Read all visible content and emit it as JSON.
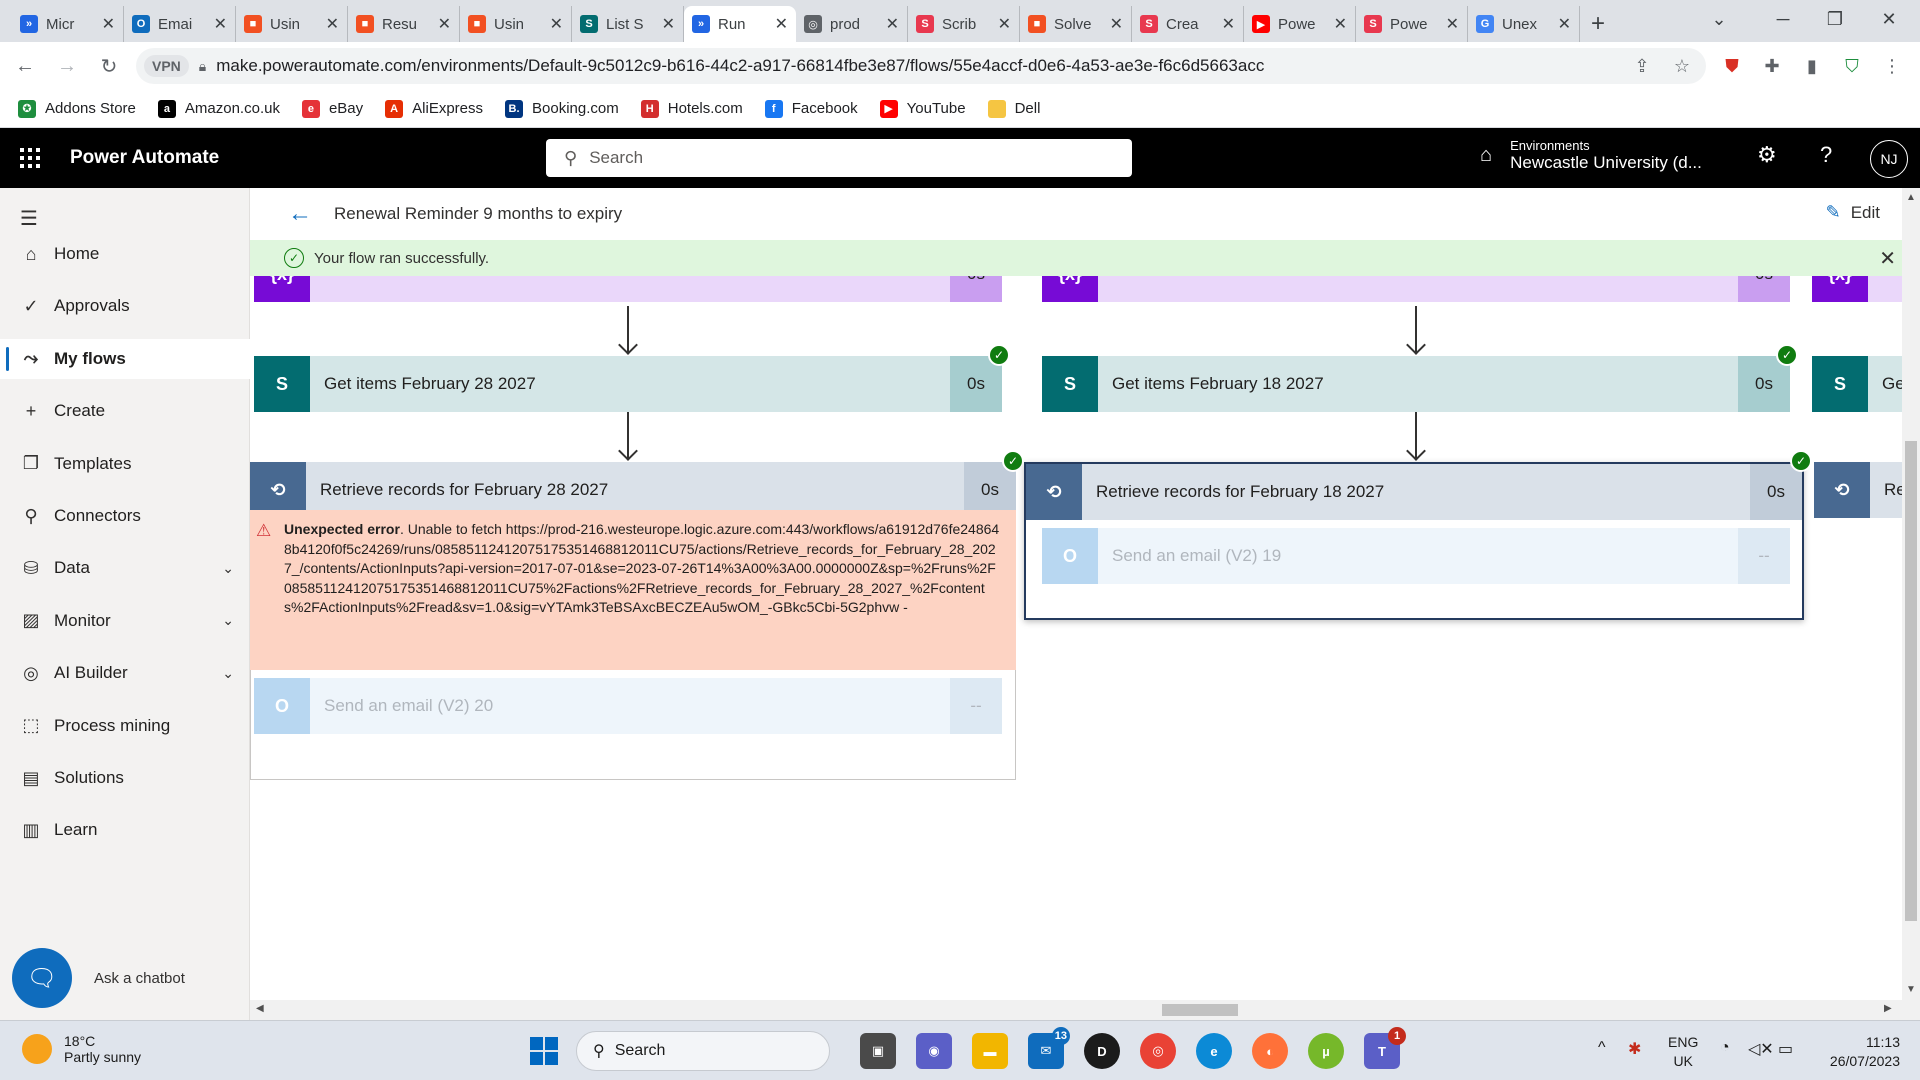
{
  "browser": {
    "tabs": [
      {
        "label": "Micr",
        "color": "#2266e3",
        "glyph": "»"
      },
      {
        "label": "Emai",
        "color": "#0f6cbd",
        "glyph": "O"
      },
      {
        "label": "Usin",
        "color": "#f25022",
        "glyph": "■"
      },
      {
        "label": "Resu",
        "color": "#f25022",
        "glyph": "■"
      },
      {
        "label": "Usin",
        "color": "#f25022",
        "glyph": "■"
      },
      {
        "label": "List S",
        "color": "#036c70",
        "glyph": "S"
      },
      {
        "label": "Run",
        "color": "#2266e3",
        "glyph": "»"
      },
      {
        "label": "prod",
        "color": "#5f6368",
        "glyph": "◎"
      },
      {
        "label": "Scrib",
        "color": "#e8384f",
        "glyph": "S"
      },
      {
        "label": "Solve",
        "color": "#f25022",
        "glyph": "■"
      },
      {
        "label": "Crea",
        "color": "#e8384f",
        "glyph": "S"
      },
      {
        "label": "Powe",
        "color": "#ff0000",
        "glyph": "▶"
      },
      {
        "label": "Powe",
        "color": "#e8384f",
        "glyph": "S"
      },
      {
        "label": "Unex",
        "color": "#4285f4",
        "glyph": "G"
      }
    ],
    "active_tab_index": 6,
    "url": "make.powerautomate.com/environments/Default-9c5012c9-b616-44c2-a917-66814fbe3e87/flows/55e4accf-d0e6-4a53-ae3e-f6c6d5663acc",
    "vpn_label": "VPN",
    "bookmarks": [
      {
        "label": "Addons Store",
        "color": "#1e8e3e",
        "glyph": "✪"
      },
      {
        "label": "Amazon.co.uk",
        "color": "#000000",
        "glyph": "a"
      },
      {
        "label": "eBay",
        "color": "#e53238",
        "glyph": "e"
      },
      {
        "label": "AliExpress",
        "color": "#e62e04",
        "glyph": "A"
      },
      {
        "label": "Booking.com",
        "color": "#003580",
        "glyph": "B."
      },
      {
        "label": "Hotels.com",
        "color": "#d32f2f",
        "glyph": "H"
      },
      {
        "label": "Facebook",
        "color": "#1877f2",
        "glyph": "f"
      },
      {
        "label": "YouTube",
        "color": "#ff0000",
        "glyph": "▶"
      },
      {
        "label": "Dell",
        "color": "#f5c542",
        "glyph": ""
      }
    ]
  },
  "header": {
    "app_title": "Power Automate",
    "search_placeholder": "Search",
    "environment_caption": "Environments",
    "environment_name": "Newcastle University (d...",
    "avatar_initials": "NJ"
  },
  "nav": {
    "items": [
      {
        "label": "Home",
        "icon": "⌂",
        "chevron": false,
        "selected": false
      },
      {
        "label": "Approvals",
        "icon": "✓",
        "chevron": false,
        "selected": false
      },
      {
        "label": "My flows",
        "icon": "⤳",
        "chevron": false,
        "selected": true
      },
      {
        "label": "Create",
        "icon": "+",
        "chevron": false,
        "selected": false
      },
      {
        "label": "Templates",
        "icon": "❐",
        "chevron": false,
        "selected": false
      },
      {
        "label": "Connectors",
        "icon": "⚲",
        "chevron": false,
        "selected": false
      },
      {
        "label": "Data",
        "icon": "⛁",
        "chevron": true,
        "selected": false
      },
      {
        "label": "Monitor",
        "icon": "▨",
        "chevron": true,
        "selected": false
      },
      {
        "label": "AI Builder",
        "icon": "◎",
        "chevron": true,
        "selected": false
      },
      {
        "label": "Process mining",
        "icon": "⬚",
        "chevron": false,
        "selected": false
      },
      {
        "label": "Solutions",
        "icon": "▤",
        "chevron": false,
        "selected": false
      },
      {
        "label": "Learn",
        "icon": "▥",
        "chevron": false,
        "selected": false
      }
    ],
    "chatbot_label": "Ask a chatbot"
  },
  "flow": {
    "name": "Renewal Reminder 9 months to expiry",
    "edit_label": "Edit",
    "banner": "Your flow ran successfully.",
    "get_items_left": "Get items February 28 2027",
    "get_items_right": "Get items February 18 2027",
    "get_items_far": "Ge",
    "retrieve_left": "Retrieve records for February 28 2027",
    "retrieve_right": "Retrieve records for February 18 2027",
    "retrieve_far": "Re",
    "duration": "0s",
    "var_duration": "0s",
    "error_title": "Unexpected error",
    "error_text": ". Unable to fetch https://prod-216.westeurope.logic.azure.com:443/workflows/a61912d76fe248648b4120f0f5c24269/runs/08585112412075175351468812011CU75/actions/Retrieve_records_for_February_28_2027_/contents/ActionInputs?api-version=2017-07-01&se=2023-07-26T14%3A00%3A00.0000000Z&sp=%2Fruns%2F08585112412075175351468812011CU75%2Factions%2FRetrieve_records_for_February_28_2027_%2Fcontents%2FActionInputs%2Fread&sv=1.0&sig=vYTAmk3TeBSAxcBECZEAu5wOM_-GBkc5Cbi-5G2phvw -",
    "email_left": "Send an email (V2) 20",
    "email_right": "Send an email (V2) 19",
    "email_duration": "--"
  },
  "taskbar": {
    "weather_temp": "18°C",
    "weather_desc": "Partly sunny",
    "search_label": "Search",
    "mail_badge": "13",
    "teams_badge": "1",
    "lang_line1": "ENG",
    "lang_line2": "UK",
    "time": "11:13",
    "date": "26/07/2023"
  }
}
